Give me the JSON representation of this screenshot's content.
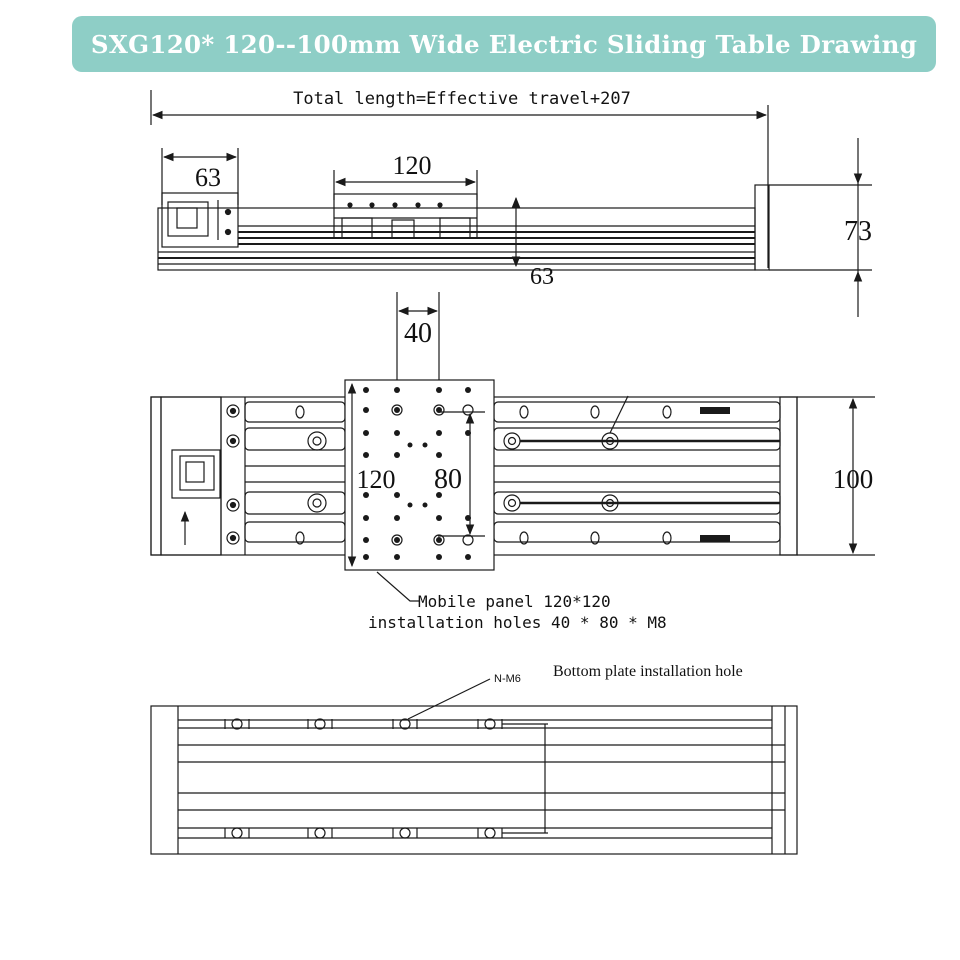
{
  "title": "SXG120* 120--100mm Wide Electric Sliding Table Drawing",
  "side_view": {
    "total_length_label": "Total length=Effective travel+207",
    "motor_end_length": "63",
    "carriage_length": "120",
    "carriage_height": "63",
    "total_height": "73"
  },
  "top_view": {
    "hole_spacing_x": "40",
    "panel_length": "120",
    "hole_spacing_y": "80",
    "width": "100",
    "callout_line1": "Mobile panel 120*120",
    "callout_line2": "installation holes 40 * 80 * M8"
  },
  "bottom_view": {
    "hole_tag": "N-M6",
    "hole_label": "Bottom plate installation hole"
  },
  "colors": {
    "banner": "#8ecec6",
    "line": "#1a1a1a"
  }
}
